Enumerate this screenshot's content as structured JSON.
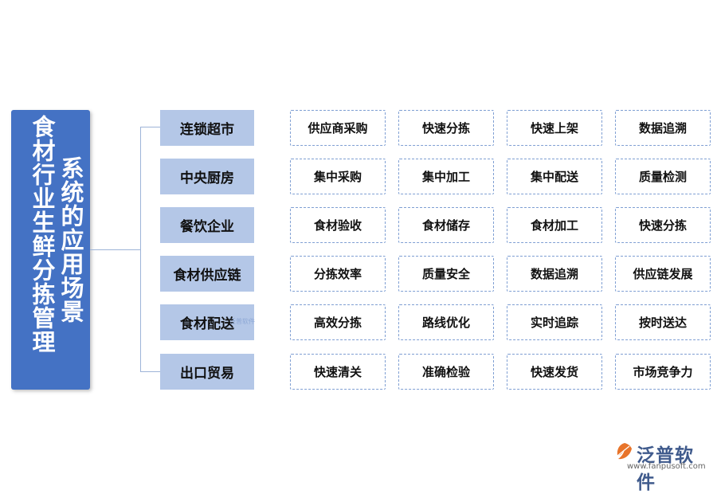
{
  "title": {
    "line1": "食材行业生鲜分拣管理",
    "line2": "系统的应用场景"
  },
  "categories": [
    {
      "label": "连锁超市",
      "items": [
        "供应商采购",
        "快速分拣",
        "快速上架",
        "数据追溯"
      ]
    },
    {
      "label": "中央厨房",
      "items": [
        "集中采购",
        "集中加工",
        "集中配送",
        "质量检测"
      ]
    },
    {
      "label": "餐饮企业",
      "items": [
        "食材验收",
        "食材储存",
        "食材加工",
        "快速分拣"
      ]
    },
    {
      "label": "食材供应链",
      "items": [
        "分拣效率",
        "质量安全",
        "数据追溯",
        "供应链发展"
      ]
    },
    {
      "label": "食材配送",
      "items": [
        "高效分拣",
        "路线优化",
        "实时追踪",
        "按时送达"
      ]
    },
    {
      "label": "出口贸易",
      "items": [
        "快速清关",
        "准确检验",
        "快速发货",
        "市场竞争力"
      ]
    }
  ],
  "watermark": "泛普软件",
  "logo": {
    "name": "泛普软件",
    "url": "www.fanpusoft.com"
  }
}
